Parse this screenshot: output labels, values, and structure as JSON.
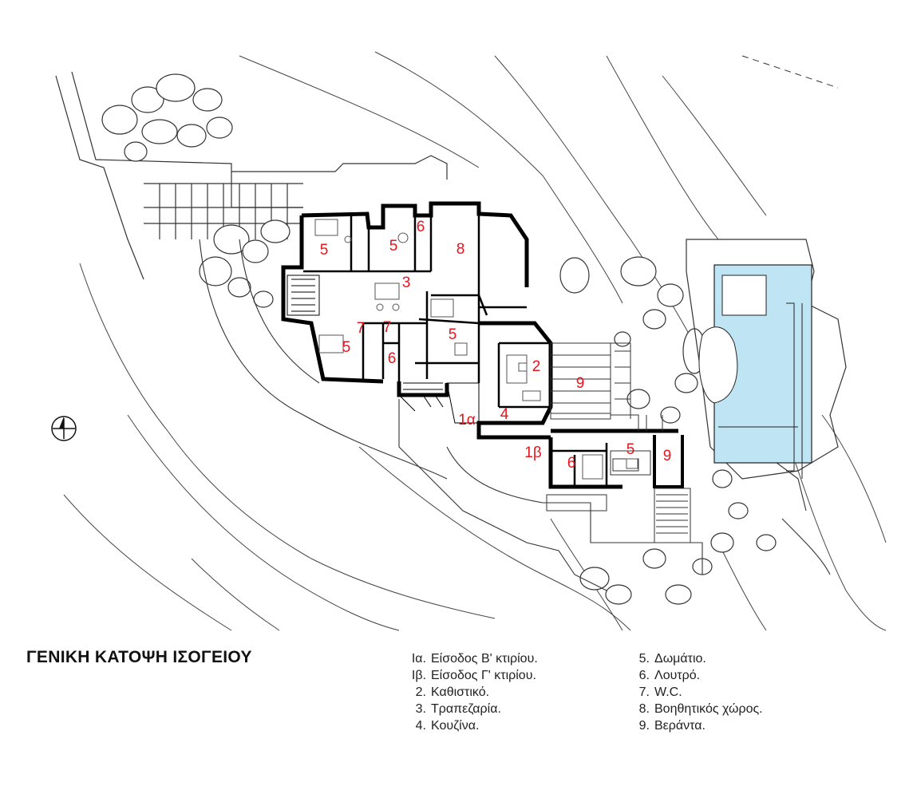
{
  "title": "ΓΕΝΙΚΗ ΚΑΤΟΨΗ ΙΣΟΓΕΙΟΥ",
  "colors": {
    "room_label": "#e8141e",
    "pool_water": "#bfe4f4",
    "wall": "#000000",
    "line": "#333333"
  },
  "room_labels": [
    "5",
    "5",
    "6",
    "8",
    "3",
    "7",
    "7",
    "5",
    "5",
    "6",
    "2",
    "9",
    "1α",
    "4",
    "1β",
    "6",
    "5",
    "9"
  ],
  "legend": {
    "left": [
      {
        "num": "Ια.",
        "text": "Είσοδος Β' κτιρίου."
      },
      {
        "num": "Ιβ.",
        "text": "Είσοδος Γ' κτιρίου."
      },
      {
        "num": "2.",
        "text": "Καθιστικό."
      },
      {
        "num": "3.",
        "text": "Τραπεζαρία."
      },
      {
        "num": "4.",
        "text": "Κουζίνα."
      }
    ],
    "right": [
      {
        "num": "5.",
        "text": "Δωμάτιο."
      },
      {
        "num": "6.",
        "text": "Λουτρό."
      },
      {
        "num": "7.",
        "text": "W.C."
      },
      {
        "num": "8.",
        "text": "Βοηθητικός χώρος."
      },
      {
        "num": "9.",
        "text": "Βεράντα."
      }
    ]
  }
}
